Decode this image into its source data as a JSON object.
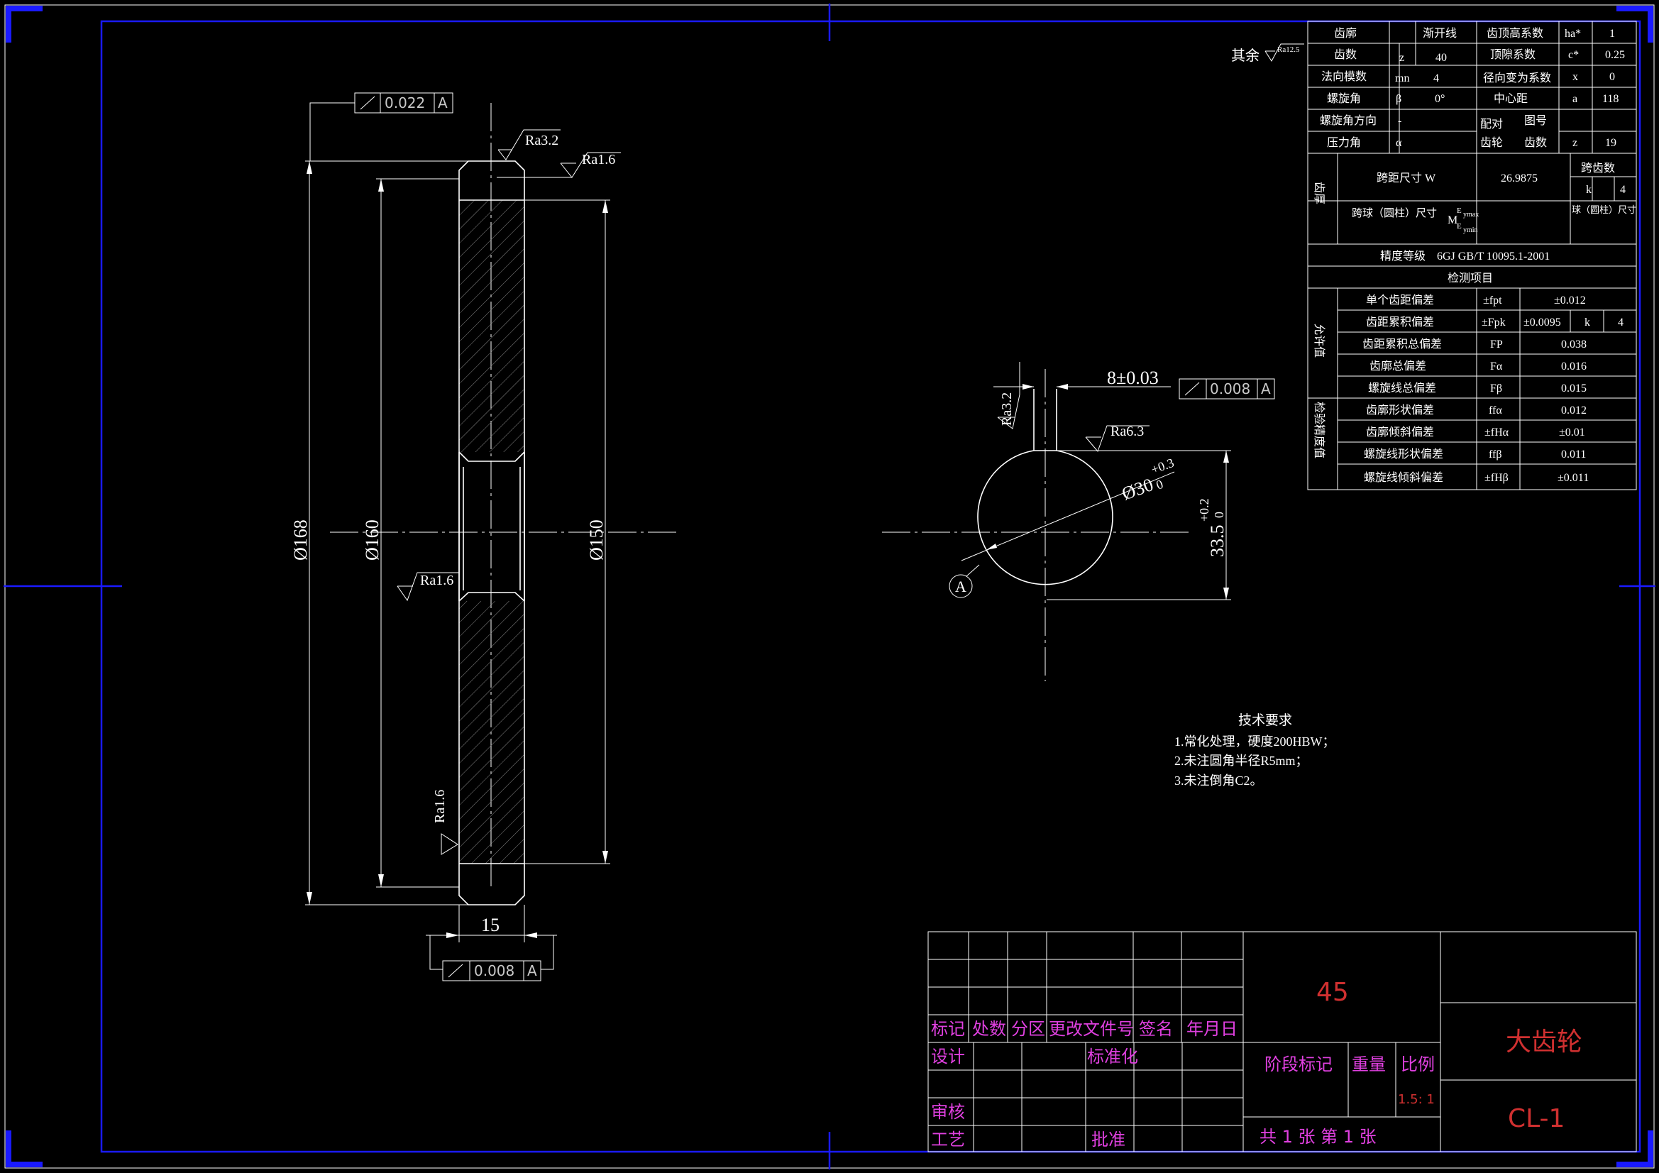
{
  "drawing": {
    "title_note": "其余",
    "default_roughness": "Ra12.5",
    "left_view": {
      "dims": {
        "d_tip": "Ø168",
        "d_pitch": "Ø160",
        "d_root": "Ø150",
        "width": "15"
      },
      "runout_top": {
        "value": "0.022",
        "datum": "A"
      },
      "runout_bottom": {
        "value": "0.008",
        "datum": "A"
      },
      "roughness": [
        "Ra3.2",
        "Ra1.6",
        "Ra1.6",
        "Ra1.6"
      ]
    },
    "right_view": {
      "key_width": "8±0.03",
      "runout": {
        "value": "0.008",
        "datum": "A"
      },
      "roughness": [
        "Ra3.2",
        "Ra6.3"
      ],
      "bore": "Ø30",
      "bore_tol_upper": "+0.3",
      "bore_tol_lower": "0",
      "keyway": "33.5",
      "keyway_tol_upper": "+0.2",
      "keyway_tol_lower": "0",
      "datum": "A"
    },
    "tech_req": {
      "title": "技术要求",
      "items": [
        "1.常化处理，硬度200HBW；",
        "2.未注圆角半径R5mm；",
        "3.未注倒角C2。"
      ]
    }
  },
  "param_table": {
    "r1": [
      "齿廓",
      "渐开线",
      "齿顶高系数",
      "ha*",
      "1"
    ],
    "r2": [
      "齿数",
      "z",
      "40",
      "顶隙系数",
      "c*",
      "0.25"
    ],
    "r3": [
      "法向模数",
      "mn",
      "4",
      "径向变为系数",
      "x",
      "0"
    ],
    "r4": [
      "螺旋角",
      "β",
      "0°",
      "中心距",
      "a",
      "118"
    ],
    "r5": [
      "螺旋角方向",
      "-",
      "配对",
      "图号"
    ],
    "r6": [
      "压力角",
      "α",
      "齿轮",
      "齿数",
      "z",
      "19"
    ],
    "thick_label": "齿厚",
    "span_label": "跨距尺寸 W",
    "span_value": "26.9875",
    "span_teeth": "跨齿数",
    "k": "k",
    "k_val": "4",
    "ball_label": "跨球（圆柱）尺寸",
    "ball_sym": "M",
    "ball_e": "E",
    "ball_ymax": "ymax",
    "ball_ymin": "ymin",
    "ball_size": "球（圆柱）尺寸",
    "precision": "精度等级　6GJ GB/T 10095.1-2001",
    "check_items": "检测项目",
    "allow_label": "允许值",
    "check_label": "检验精度值",
    "rows": [
      [
        "单个齿距偏差",
        "±fpt",
        "±0.012"
      ],
      [
        "齿距累积偏差",
        "±Fpk",
        "±0.0095"
      ],
      [
        "齿距累积总偏差",
        "FP",
        "0.038"
      ],
      [
        "齿廓总偏差",
        "Fα",
        "0.016"
      ],
      [
        "螺旋线总偏差",
        "Fβ",
        "0.015"
      ],
      [
        "齿廓形状偏差",
        "ffα",
        "0.012"
      ],
      [
        "齿廓倾斜偏差",
        "±fHα",
        "±0.01"
      ],
      [
        "螺旋线形状偏差",
        "ffβ",
        "0.011"
      ],
      [
        "螺旋线倾斜偏差",
        "±fHβ",
        "±0.011"
      ]
    ],
    "fpk_k": "k",
    "fpk_k_val": "4"
  },
  "title_block": {
    "material": "45",
    "name": "大齿轮",
    "code": "CL-1",
    "headers": [
      "标记",
      "处数",
      "分区",
      "更改文件号",
      "签名",
      "年月日"
    ],
    "design": "设计",
    "std": "标准化",
    "review": "审核",
    "process": "工艺",
    "approve": "批准",
    "stage": "阶段标记",
    "weight": "重量",
    "scale": "比例",
    "scale_val": "1.5: 1",
    "sheets": "共 1 张  第 1 张"
  }
}
